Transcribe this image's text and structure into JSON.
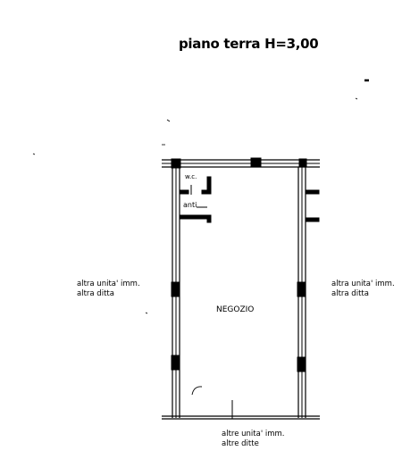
{
  "title": "piano terra H=3,00",
  "rooms": {
    "wc": "w.c.",
    "anti": "anti",
    "main": "NEGOZIO"
  },
  "neighbors": {
    "left": [
      "altra unita' imm.",
      "altra ditta"
    ],
    "right": [
      "altra unita' imm.",
      "altra ditta"
    ],
    "bottom": [
      "altre unita' imm.",
      "altre ditte"
    ]
  }
}
